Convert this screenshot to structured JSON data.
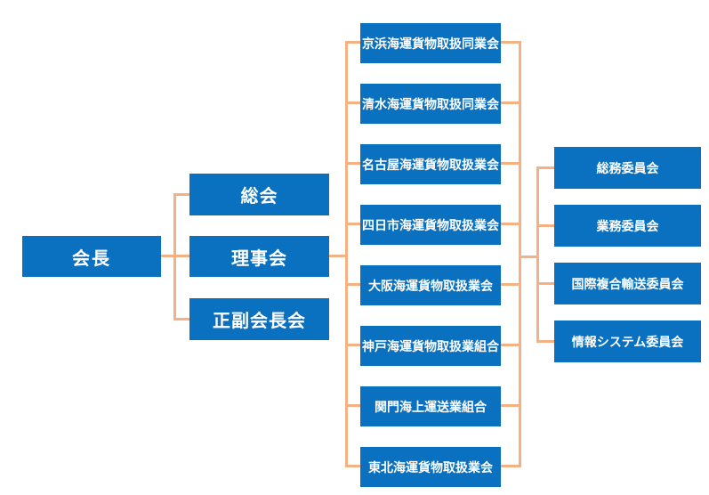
{
  "colors": {
    "box_fill": "#0a70c0",
    "box_text": "#ffffff",
    "connector": "#f4b183",
    "background": "#ffffff"
  },
  "org": {
    "chairman": "会長",
    "governance": [
      "総会",
      "理事会",
      "正副会長会"
    ],
    "associations": [
      "京浜海運貨物取扱同業会",
      "清水海運貨物取扱同業会",
      "名古屋海運貨物取扱業会",
      "四日市海運貨物取扱業会",
      "大阪海運貨物取扱業会",
      "神戸海運貨物取扱業組合",
      "関門海上運送業組合",
      "東北海運貨物取扱業会"
    ],
    "committees": [
      "総務委員会",
      "業務委員会",
      "国際複合輸送委員会",
      "情報システム委員会"
    ]
  }
}
